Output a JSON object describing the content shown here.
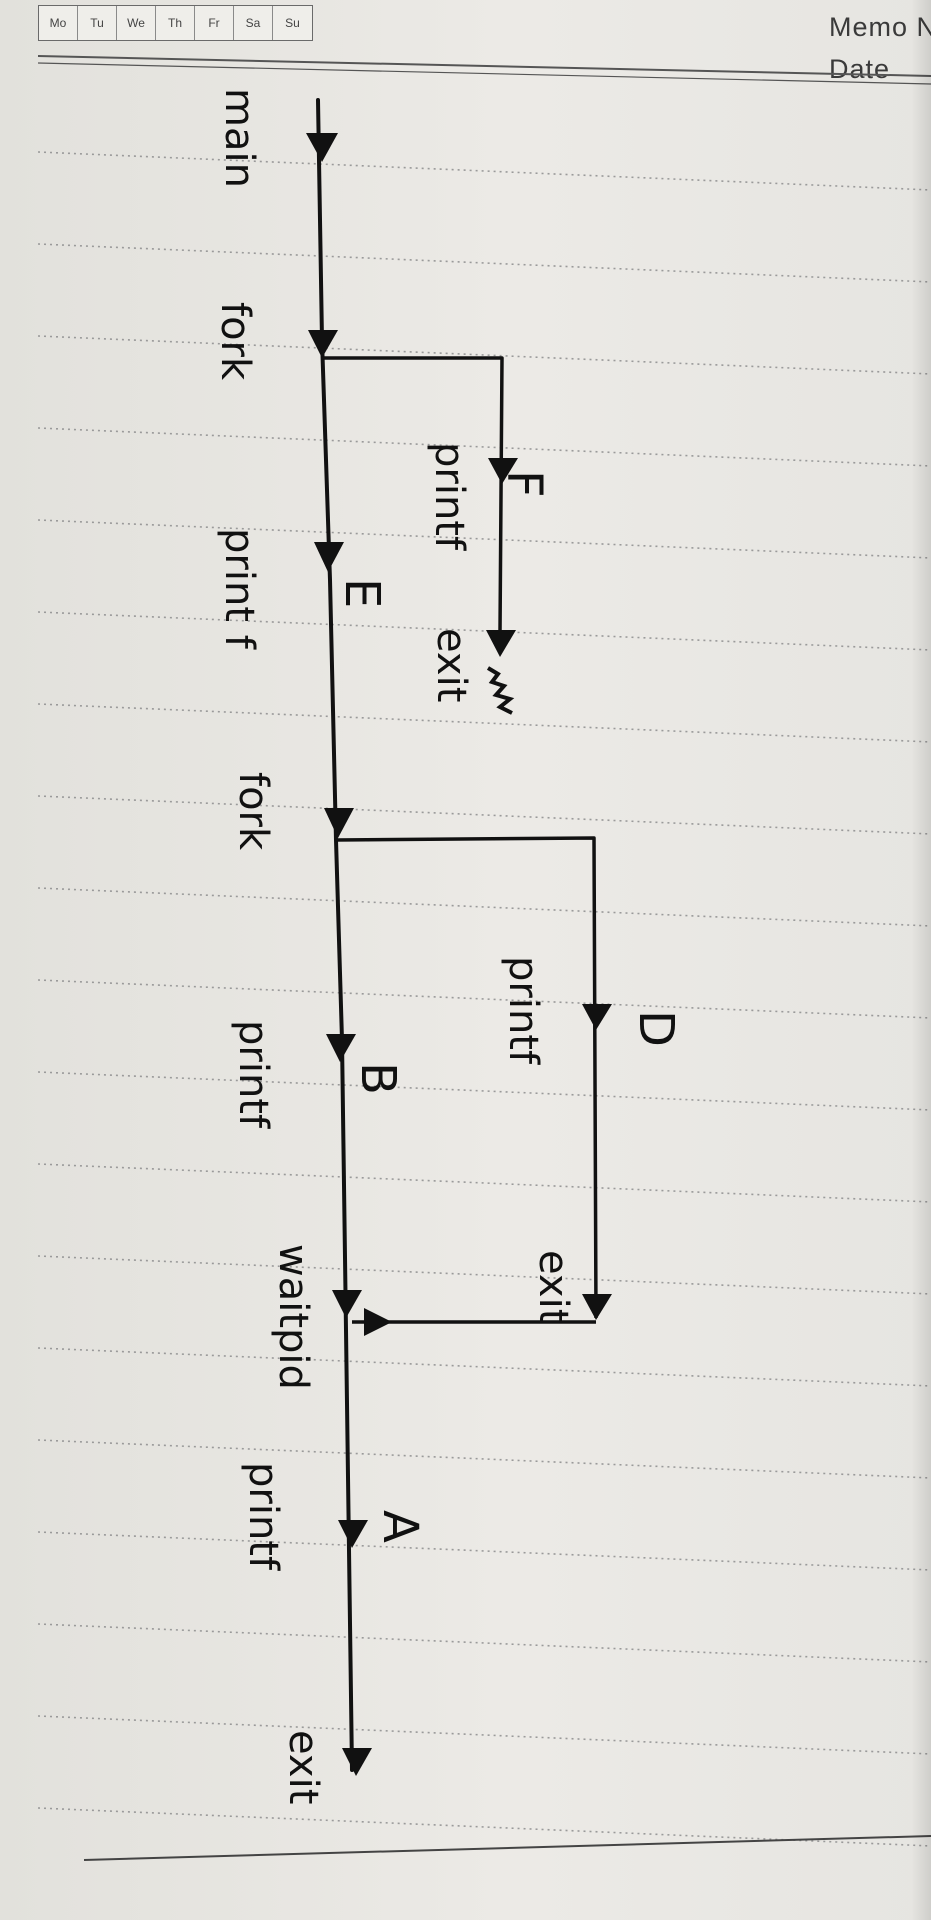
{
  "header": {
    "weekdays": [
      "Mo",
      "Tu",
      "We",
      "Th",
      "Fr",
      "Sa",
      "Su"
    ],
    "memo_label": "Memo N",
    "date_label": "Date"
  },
  "diagram": {
    "main_label": "main",
    "labels": {
      "fork1": "fork",
      "printf_f": "printf",
      "letter_f": "F",
      "exit_f": "exit",
      "printf_e": "print f",
      "letter_e": "E",
      "fork2": "fork",
      "printf_d": "printf",
      "letter_d": "D",
      "exit_d": "exit",
      "printf_b": "printf",
      "letter_b": "B",
      "waitpid": "waitpid",
      "printf_a": "printf",
      "letter_a": "A",
      "exit_main": "exit"
    },
    "ink_color": "#111111",
    "ruled_line_color": "#9a9a9a"
  }
}
